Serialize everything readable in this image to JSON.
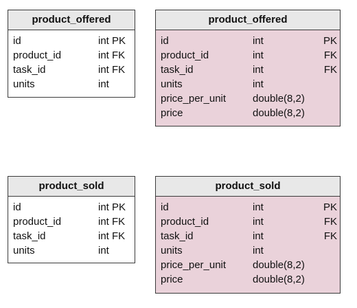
{
  "tables": [
    {
      "title": "product_offered",
      "style": "plain",
      "fields": [
        {
          "name": "id",
          "type": "int PK"
        },
        {
          "name": "product_id",
          "type": "int FK"
        },
        {
          "name": "task_id",
          "type": "int FK"
        },
        {
          "name": "units",
          "type": "int"
        }
      ]
    },
    {
      "title": "product_offered",
      "style": "pink",
      "fields": [
        {
          "name": "id",
          "type": "int",
          "key": "PK"
        },
        {
          "name": "product_id",
          "type": "int",
          "key": "FK"
        },
        {
          "name": "task_id",
          "type": "int",
          "key": "FK"
        },
        {
          "name": "units",
          "type": "int",
          "key": ""
        },
        {
          "name": "price_per_unit",
          "type": "double(8,2)",
          "key": ""
        },
        {
          "name": "price",
          "type": "double(8,2)",
          "key": ""
        }
      ]
    },
    {
      "title": "product_sold",
      "style": "plain",
      "fields": [
        {
          "name": "id",
          "type": "int PK"
        },
        {
          "name": "product_id",
          "type": "int FK"
        },
        {
          "name": "task_id",
          "type": "int FK"
        },
        {
          "name": "units",
          "type": "int"
        }
      ]
    },
    {
      "title": "product_sold",
      "style": "pink",
      "fields": [
        {
          "name": "id",
          "type": "int",
          "key": "PK"
        },
        {
          "name": "product_id",
          "type": "int",
          "key": "FK"
        },
        {
          "name": "task_id",
          "type": "int",
          "key": "FK"
        },
        {
          "name": "units",
          "type": "int",
          "key": ""
        },
        {
          "name": "price_per_unit",
          "type": "double(8,2)",
          "key": ""
        },
        {
          "name": "price",
          "type": "double(8,2)",
          "key": ""
        }
      ]
    }
  ],
  "colors": {
    "pink_fill": "#ead2da",
    "header_fill": "#e8e8e8",
    "border": "#3a3a3a"
  }
}
